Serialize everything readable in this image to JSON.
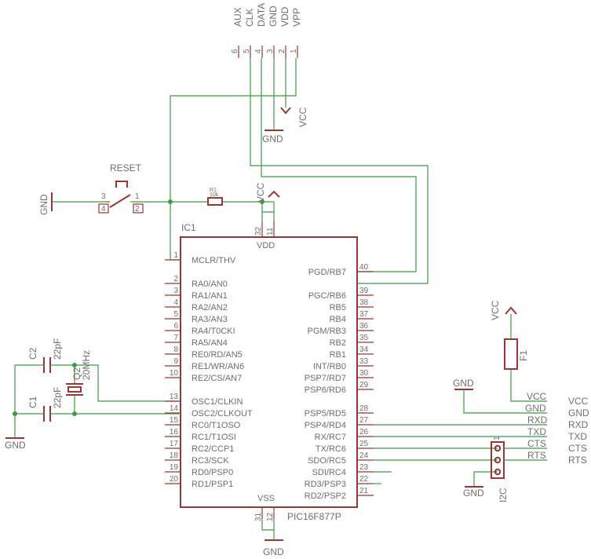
{
  "colors": {
    "wire": "#3f9a3f",
    "part": "#9a3535",
    "text": "#6e6e6e",
    "background": "#ffffff"
  },
  "header": {
    "signals": [
      "AUX",
      "CLK",
      "DATA",
      "GND",
      "VDD",
      "VPP"
    ],
    "pins": [
      "6",
      "5",
      "4",
      "3",
      "2",
      "1"
    ]
  },
  "labels": {
    "vcc": "VCC",
    "gnd": "GND",
    "reset": "RESET",
    "r1_name": "R1",
    "r1_value": "10k",
    "sw_pin3": "3",
    "sw_pin1": "1",
    "sw_pin4": "4",
    "sw_pin2": "2",
    "c2_name": "C2",
    "c2_value": "22pF",
    "c1_name": "C1",
    "c1_value": "22pF",
    "q2_name": "Q2",
    "q2_value": "20MHz",
    "f1_name": "F1",
    "i2c_name": "I2C",
    "i2c_pin1": "1"
  },
  "ic": {
    "name": "IC1",
    "part": "PIC16F877P",
    "vdd": "VDD",
    "vss": "VSS",
    "top_pins": [
      "32",
      "11"
    ],
    "bottom_pins": [
      "31",
      "12"
    ],
    "left_pins": [
      {
        "num": "1",
        "label": "MCLR/THV"
      },
      {
        "num": "2",
        "label": "RA0/AN0"
      },
      {
        "num": "3",
        "label": "RA1/AN1"
      },
      {
        "num": "4",
        "label": "RA2/AN2"
      },
      {
        "num": "5",
        "label": "RA3/AN3"
      },
      {
        "num": "6",
        "label": "RA4/T0CKI"
      },
      {
        "num": "7",
        "label": "RA5/AN4"
      },
      {
        "num": "8",
        "label": "RE0/RD/AN5"
      },
      {
        "num": "9",
        "label": "RE1/WR/AN6"
      },
      {
        "num": "10",
        "label": "RE2/CS/AN7"
      },
      {
        "num": "13",
        "label": "OSC1/CLKIN"
      },
      {
        "num": "14",
        "label": "OSC2/CLKOUT"
      },
      {
        "num": "15",
        "label": "RC0/T1OSO"
      },
      {
        "num": "16",
        "label": "RC1/T1OSI"
      },
      {
        "num": "17",
        "label": "RC2/CCP1"
      },
      {
        "num": "18",
        "label": "RC3/SCK"
      },
      {
        "num": "19",
        "label": "RD0/PSP0"
      },
      {
        "num": "20",
        "label": "RD1/PSP1"
      }
    ],
    "right_pins": [
      {
        "num": "40",
        "label": "PGD/RB7"
      },
      {
        "num": "39",
        "label": "PGC/RB6"
      },
      {
        "num": "38",
        "label": "RB5"
      },
      {
        "num": "37",
        "label": "RB4"
      },
      {
        "num": "36",
        "label": "PGM/RB3"
      },
      {
        "num": "35",
        "label": "RB2"
      },
      {
        "num": "34",
        "label": "RB1"
      },
      {
        "num": "33",
        "label": "INT/RB0"
      },
      {
        "num": "30",
        "label": "PSP7/RD7"
      },
      {
        "num": "29",
        "label": "PSP6/RD6"
      },
      {
        "num": "28",
        "label": "PSP5/RD5"
      },
      {
        "num": "27",
        "label": "PSP4/RD4"
      },
      {
        "num": "26",
        "label": "RX/RC7"
      },
      {
        "num": "25",
        "label": "TX/RC6"
      },
      {
        "num": "24",
        "label": "SDO/RC5"
      },
      {
        "num": "23",
        "label": "SDI/RC4"
      },
      {
        "num": "22",
        "label": "RD3/PSP3"
      },
      {
        "num": "21",
        "label": "RD2/PSP2"
      }
    ]
  },
  "nets": {
    "wire_labels": [
      "VCC",
      "GND",
      "RXD",
      "TXD",
      "CTS",
      "RTS"
    ],
    "port_labels": [
      "VCC",
      "GND",
      "RXD",
      "TXD",
      "CTS",
      "RTS"
    ]
  }
}
